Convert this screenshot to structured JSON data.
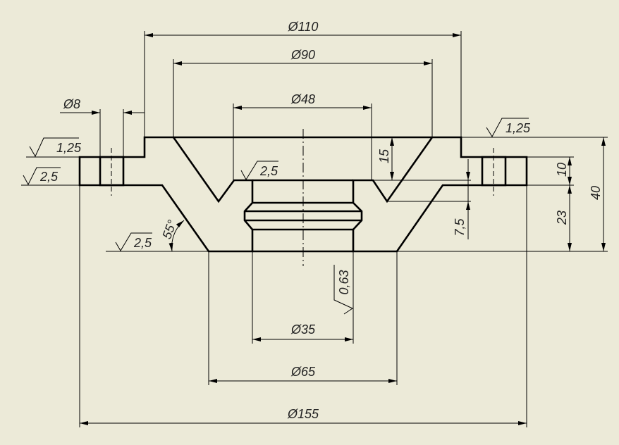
{
  "drawing": {
    "dimensions": {
      "d110": "Ø110",
      "d90": "Ø90",
      "d48": "Ø48",
      "d8": "Ø8",
      "d35": "Ø35",
      "d65": "Ø65",
      "d155": "Ø155",
      "h15": "15",
      "h7_5": "7,5",
      "h10": "10",
      "h23": "23",
      "h40": "40",
      "angle": "55°"
    },
    "surface_finish": {
      "left_top": "1,25",
      "left_flange": "2,5",
      "groove": "2,5",
      "bottom": "2,5",
      "right_top": "1,25",
      "bore": "0,63"
    },
    "colors": {
      "background": "#ecead8",
      "line": "#000000"
    }
  }
}
